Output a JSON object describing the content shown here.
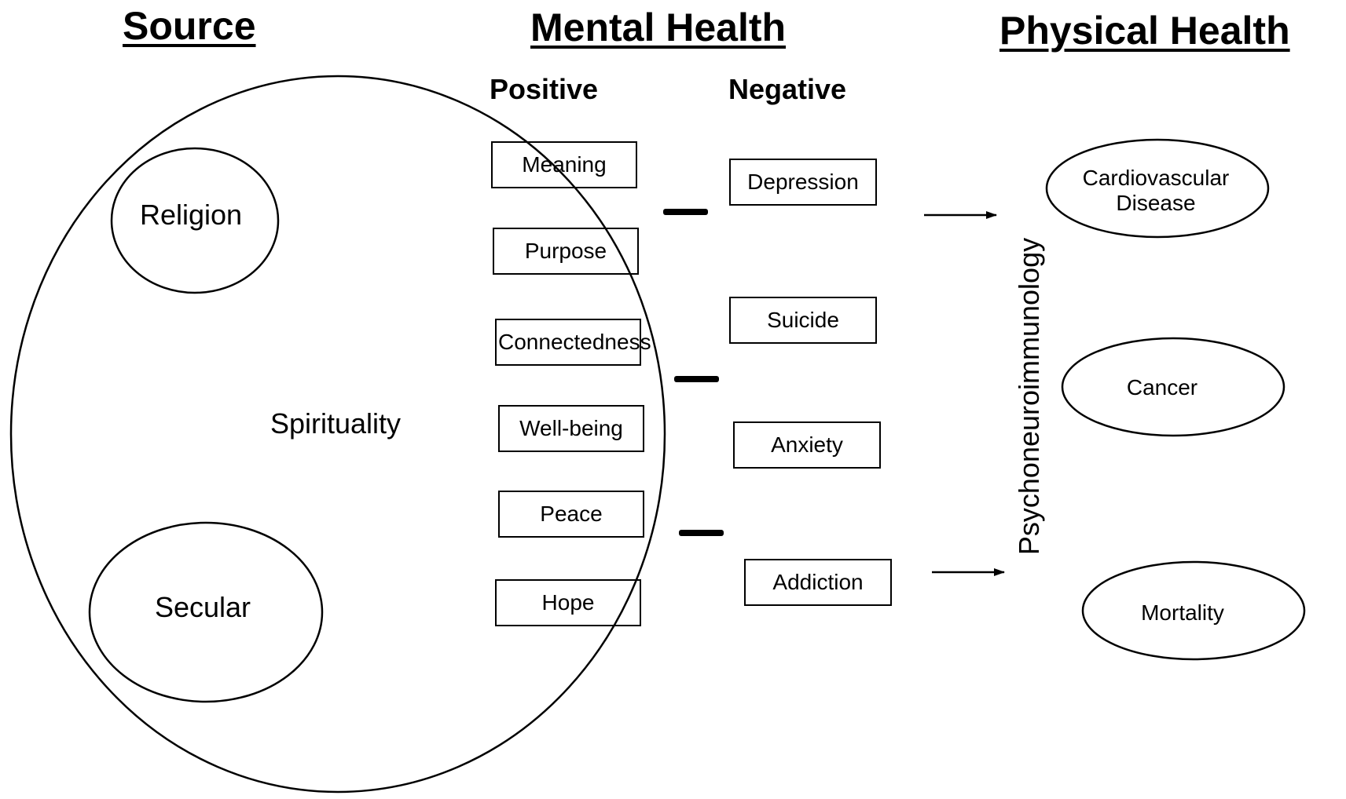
{
  "headings": {
    "source": "Source",
    "mental_health": "Mental Health",
    "physical_health": "Physical Health"
  },
  "mental_health": {
    "positive_label": "Positive",
    "negative_label": "Negative",
    "positive": [
      "Meaning",
      "Purpose",
      "Connectedness",
      "Well-being",
      "Peace",
      "Hope"
    ],
    "negative": [
      "Depression",
      "Suicide",
      "Anxiety",
      "Addiction"
    ]
  },
  "source": {
    "outer": "Spirituality",
    "inner": [
      "Religion",
      "Secular"
    ]
  },
  "mediator": "Psychoneuroimmunology",
  "physical_health": {
    "outcomes": [
      {
        "line1": "Cardiovascular",
        "line2": "Disease"
      },
      {
        "line1": "Cancer",
        "line2": ""
      },
      {
        "line1": "Mortality",
        "line2": ""
      }
    ]
  }
}
